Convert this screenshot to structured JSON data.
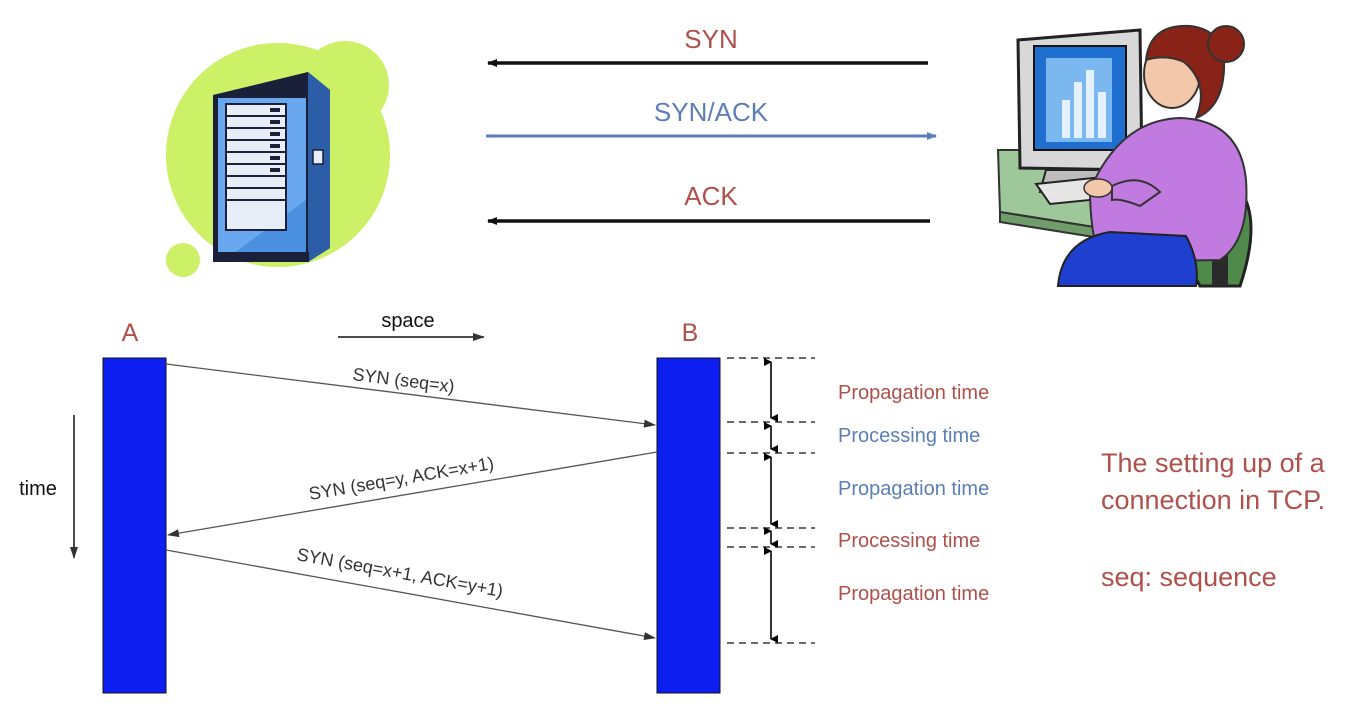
{
  "handshake": {
    "syn_label": "SYN",
    "synack_label": "SYN/ACK",
    "ack_label": "ACK"
  },
  "sequence": {
    "host_a": "A",
    "host_b": "B",
    "space_label": "space",
    "time_label": "time",
    "msg1": "SYN (seq=x)",
    "msg2": "SYN (seq=y, ACK=x+1)",
    "msg3": "SYN (seq=x+1, ACK=y+1)"
  },
  "timings": [
    {
      "label": "Propagation time"
    },
    {
      "label": "Processing time"
    },
    {
      "label": "Propagation time"
    },
    {
      "label": "Processing time"
    },
    {
      "label": "Propagation time"
    }
  ],
  "notes": {
    "line1": "The setting up of a",
    "line2": "connection in TCP.",
    "line3": "seq: sequence"
  },
  "icons": {
    "server": "server-icon",
    "client": "person-at-computer-icon"
  },
  "colors": {
    "label_red": "#b0504b",
    "label_blue": "#5b7fb5",
    "host_bar": "#0d1ff0",
    "server_blob": "#ccf066"
  }
}
